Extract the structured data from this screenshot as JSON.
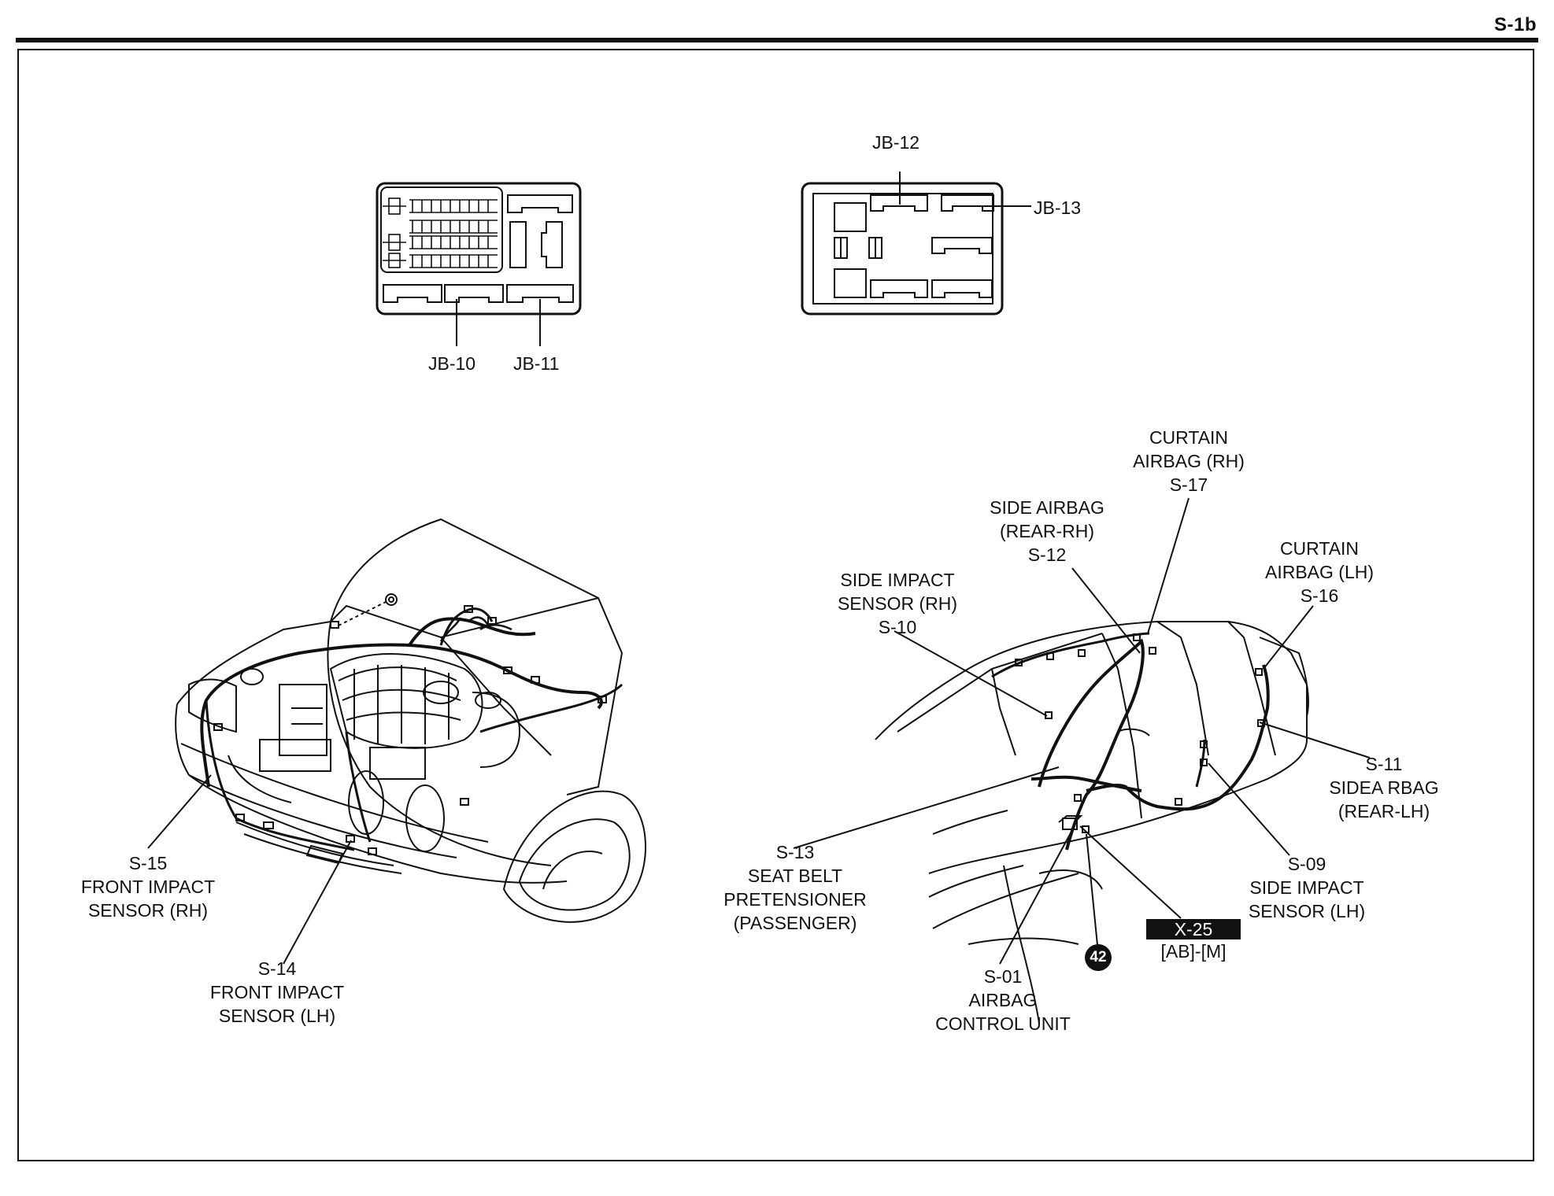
{
  "page_code": "S-1b",
  "junction_boxes": {
    "jb10": "JB-10",
    "jb11": "JB-11",
    "jb12": "JB-12",
    "jb13": "JB-13"
  },
  "components": {
    "s15": {
      "code": "S-15",
      "line1": "FRONT IMPACT",
      "line2": "SENSOR (RH)"
    },
    "s14": {
      "code": "S-14",
      "line1": "FRONT IMPACT",
      "line2": "SENSOR (LH)"
    },
    "s10": {
      "line1": "SIDE IMPACT",
      "line2": "SENSOR (RH)",
      "code": "S-10"
    },
    "s12": {
      "line1": "SIDE AIRBAG",
      "line2": "(REAR-RH)",
      "code": "S-12"
    },
    "s17": {
      "line1": "CURTAIN",
      "line2": "AIRBAG (RH)",
      "code": "S-17"
    },
    "s16": {
      "line1": "CURTAIN",
      "line2": "AIRBAG (LH)",
      "code": "S-16"
    },
    "s11": {
      "code": "S-11",
      "line1": "SIDEA RBAG",
      "line2": "(REAR-LH)"
    },
    "s09": {
      "code": "S-09",
      "line1": "SIDE IMPACT",
      "line2": "SENSOR (LH)"
    },
    "s13": {
      "code": "S-13",
      "line1": "SEAT BELT",
      "line2": "PRETENSIONER",
      "line3": "(PASSENGER)"
    },
    "s01": {
      "code": "S-01",
      "line1": "AIRBAG",
      "line2": "CONTROL UNIT"
    }
  },
  "connector": {
    "badge": "X-25",
    "sub": "[AB]-[M]"
  },
  "ground_point": "42"
}
